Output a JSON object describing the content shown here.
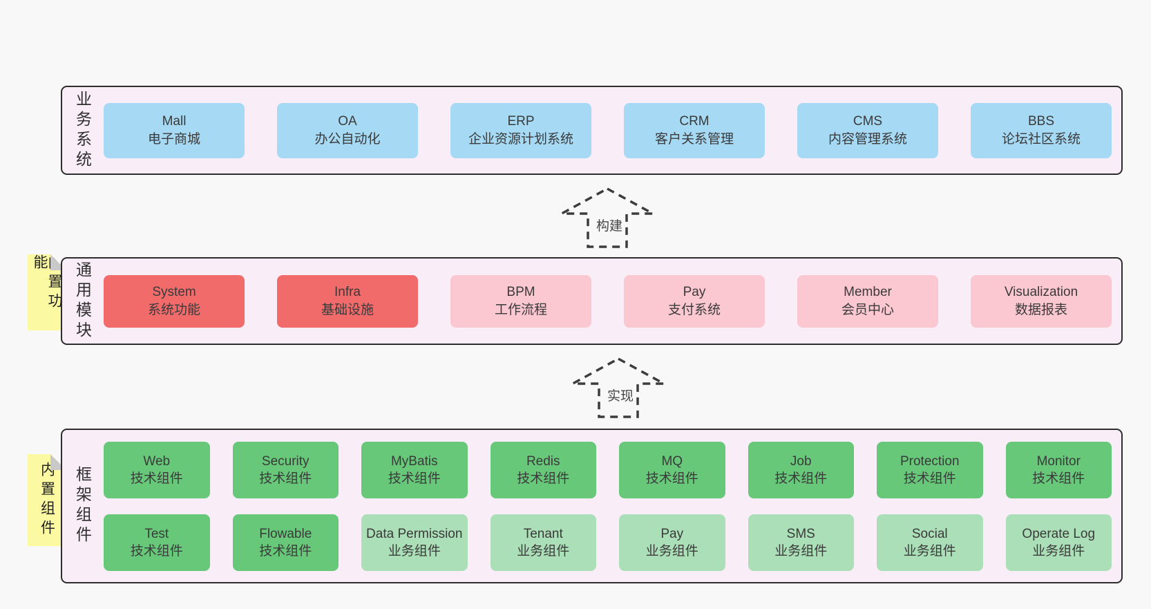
{
  "business": {
    "label": "业务系统",
    "boxes": [
      {
        "title": "Mall",
        "subtitle": "电子商城"
      },
      {
        "title": "OA",
        "subtitle": "办公自动化"
      },
      {
        "title": "ERP",
        "subtitle": "企业资源计划系统"
      },
      {
        "title": "CRM",
        "subtitle": "客户关系管理"
      },
      {
        "title": "CMS",
        "subtitle": "内容管理系统"
      },
      {
        "title": "BBS",
        "subtitle": "论坛社区系统"
      }
    ]
  },
  "arrow_build": {
    "label": "构建"
  },
  "modules": {
    "label": "通用模块",
    "note": "内置功能",
    "boxes": [
      {
        "title": "System",
        "subtitle": "系统功能"
      },
      {
        "title": "Infra",
        "subtitle": "基础设施"
      },
      {
        "title": "BPM",
        "subtitle": "工作流程"
      },
      {
        "title": "Pay",
        "subtitle": "支付系统"
      },
      {
        "title": "Member",
        "subtitle": "会员中心"
      },
      {
        "title": "Visualization",
        "subtitle": "数据报表"
      }
    ]
  },
  "arrow_implement": {
    "label": "实现"
  },
  "components": {
    "label": "框架组件",
    "note": "内置组件",
    "row1": [
      {
        "title": "Web",
        "subtitle": "技术组件"
      },
      {
        "title": "Security",
        "subtitle": "技术组件"
      },
      {
        "title": "MyBatis",
        "subtitle": "技术组件"
      },
      {
        "title": "Redis",
        "subtitle": "技术组件"
      },
      {
        "title": "MQ",
        "subtitle": "技术组件"
      },
      {
        "title": "Job",
        "subtitle": "技术组件"
      },
      {
        "title": "Protection",
        "subtitle": "技术组件"
      },
      {
        "title": "Monitor",
        "subtitle": "技术组件"
      }
    ],
    "row2": [
      {
        "title": "Test",
        "subtitle": "技术组件"
      },
      {
        "title": "Flowable",
        "subtitle": "技术组件"
      },
      {
        "title": "Data Permission",
        "subtitle": "业务组件"
      },
      {
        "title": "Tenant",
        "subtitle": "业务组件"
      },
      {
        "title": "Pay",
        "subtitle": "业务组件"
      },
      {
        "title": "SMS",
        "subtitle": "业务组件"
      },
      {
        "title": "Social",
        "subtitle": "业务组件"
      },
      {
        "title": "Operate Log",
        "subtitle": "业务组件"
      }
    ]
  },
  "colors": {
    "page_bg": "#f8f8f8",
    "panel_bg": "#f9eef7",
    "panel_border": "#2d2d2d",
    "business_box": "#a6d9f4",
    "module_core_box": "#f16b6b",
    "module_box": "#fbc7d0",
    "tech_component_box": "#68c87a",
    "biz_component_box": "#abdfb7",
    "note_bg": "#fbf9a2",
    "note_fold": "#c9c9c9"
  }
}
